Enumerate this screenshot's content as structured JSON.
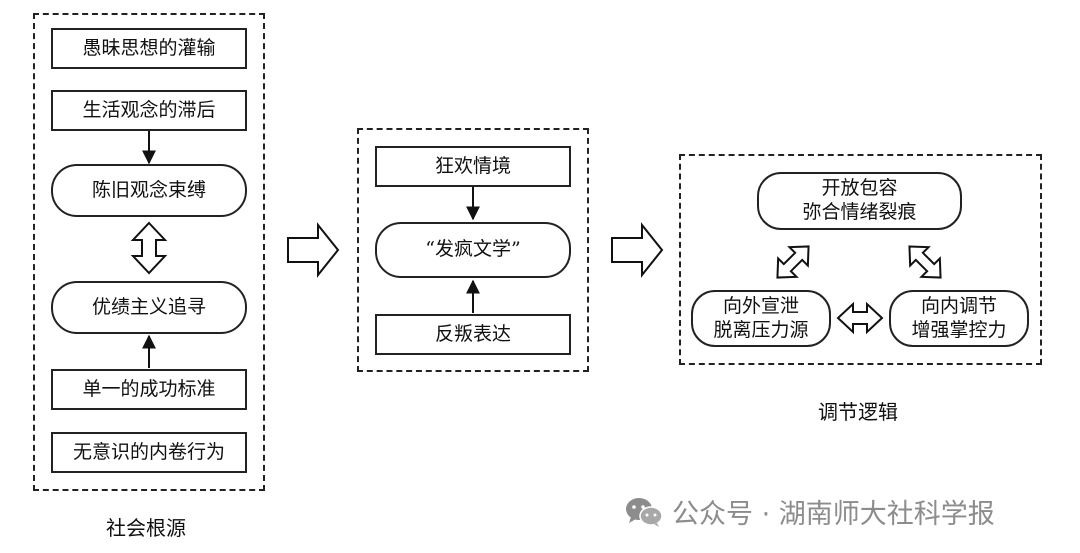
{
  "left_group": {
    "caption": "社会根源",
    "items": {
      "ignorance": "愚昧思想的灌输",
      "lagging": "生活观念的滞后",
      "bondage": "陈旧观念束缚",
      "pursuit": "优绩主义追寻",
      "single_standard": "单一的成功标准",
      "involution": "无意识的内卷行为"
    }
  },
  "middle_group": {
    "items": {
      "carnival": "狂欢情境",
      "crazy_lit": "“发疯文学”",
      "rebellion": "反叛表达"
    }
  },
  "right_group": {
    "caption": "调节逻辑",
    "top": {
      "line1": "开放包容",
      "line2": "弥合情绪裂痕"
    },
    "left": {
      "line1": "向外宣泄",
      "line2": "脱离压力源"
    },
    "right": {
      "line1": "向内调节",
      "line2": "增强掌控力"
    }
  },
  "watermark": {
    "text": "公众号 · 湖南师大社科学报",
    "icon": "wechat-icon"
  }
}
